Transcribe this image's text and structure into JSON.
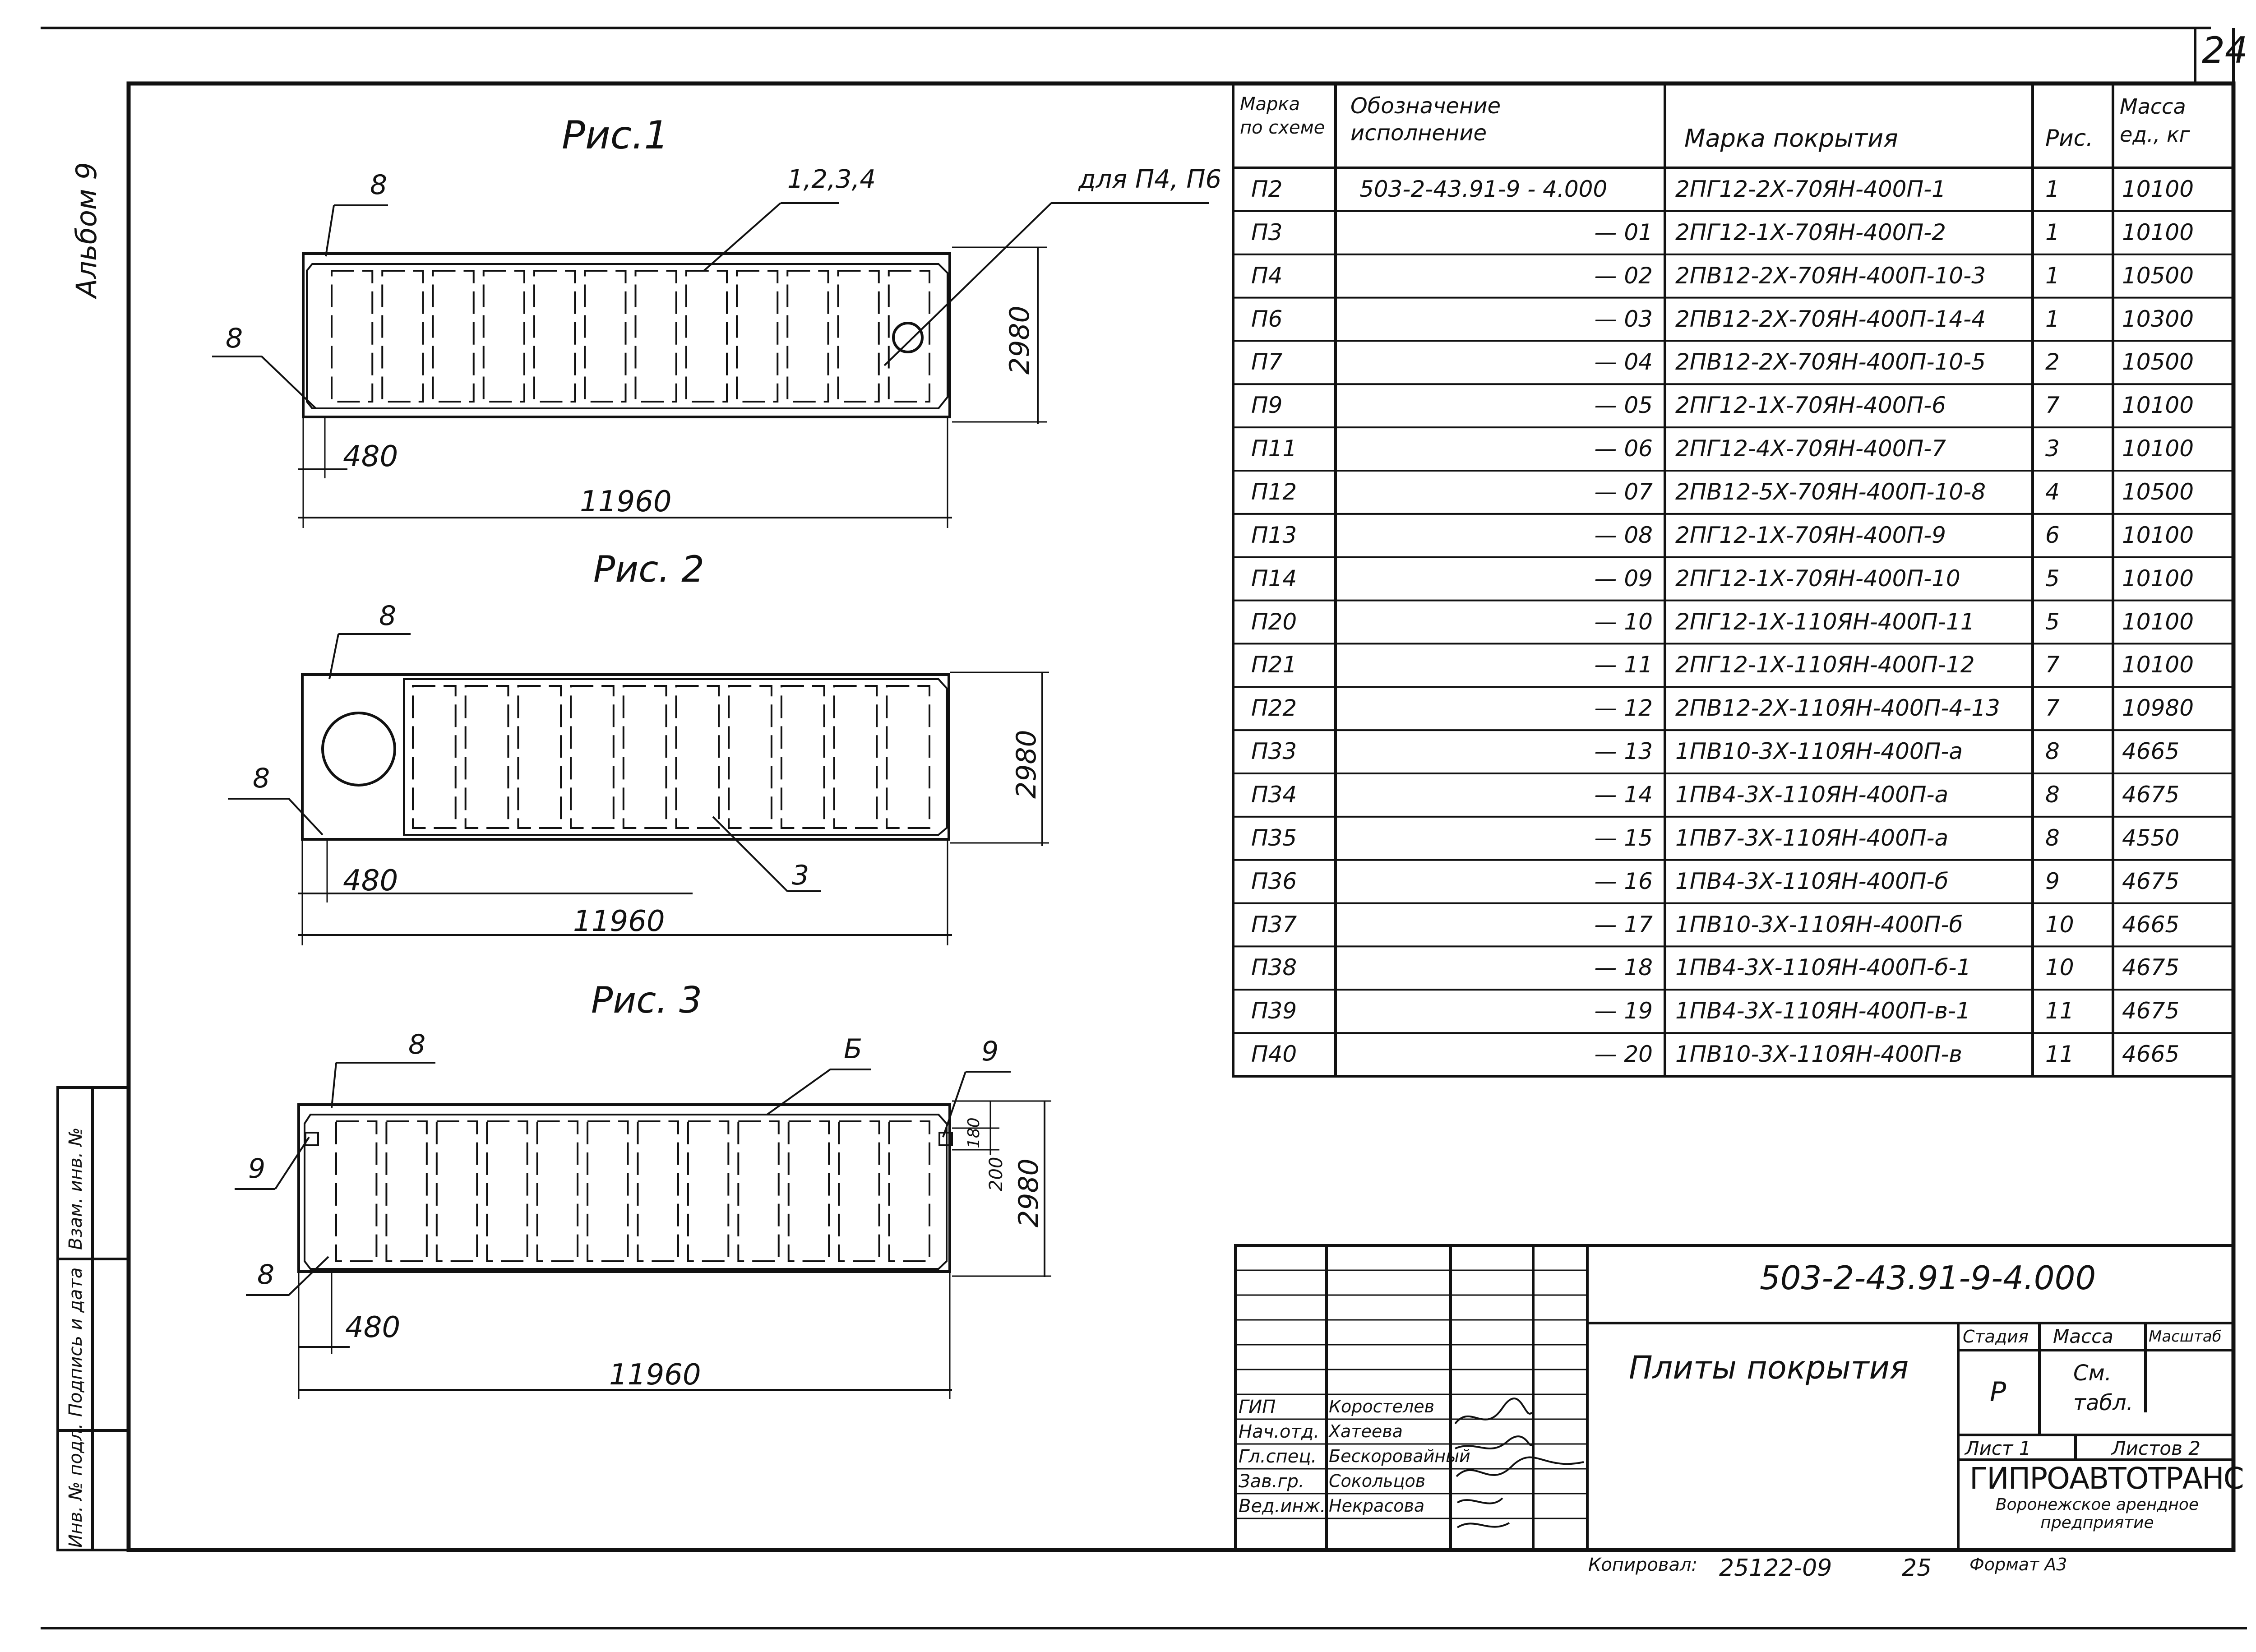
{
  "sheet": {
    "number": "24",
    "album_label": "Альбом 9"
  },
  "side_stamp": [
    "Инв. № подл.",
    "Подпись и дата",
    "Взам. инв. №"
  ],
  "figures": [
    {
      "title": "Рис.1",
      "dims": {
        "length": "11960",
        "width": "2980",
        "offset": "480"
      },
      "labels": {
        "ribs": "1,2,3,4",
        "corner_top": "8",
        "corner_bottom": "8",
        "note": "для П4, П6"
      }
    },
    {
      "title": "Рис. 2",
      "dims": {
        "length": "11960",
        "width": "2980",
        "offset": "480"
      },
      "labels": {
        "corner_top": "8",
        "corner_bottom": "8",
        "rib": "3"
      }
    },
    {
      "title": "Рис. 3",
      "dims": {
        "length": "11960",
        "width": "2980",
        "offset": "480",
        "d180": "180",
        "d200": "200"
      },
      "labels": {
        "corner_top": "8",
        "corner_bottom": "8",
        "rib": "Б",
        "side_left": "9",
        "side_right": "9"
      }
    }
  ],
  "spec_table": {
    "headers": {
      "mark": "Марка\nпо схеме",
      "designation": "Обозначение\nисполнение",
      "cover_mark": "Марка покрытия",
      "fig": "Рис.",
      "mass": "Масса\nед., кг"
    },
    "rows": [
      {
        "mark": "П2",
        "designation": "503-2-43.91-9 - 4.000",
        "cover": "2ПГ12-2Х-70ЯН-400П-1",
        "fig": "1",
        "mass": "10100"
      },
      {
        "mark": "П3",
        "designation": "— 01",
        "cover": "2ПГ12-1Х-70ЯН-400П-2",
        "fig": "1",
        "mass": "10100"
      },
      {
        "mark": "П4",
        "designation": "— 02",
        "cover": "2ПВ12-2Х-70ЯН-400П-10-3",
        "fig": "1",
        "mass": "10500"
      },
      {
        "mark": "П6",
        "designation": "— 03",
        "cover": "2ПВ12-2Х-70ЯН-400П-14-4",
        "fig": "1",
        "mass": "10300"
      },
      {
        "mark": "П7",
        "designation": "— 04",
        "cover": "2ПВ12-2Х-70ЯН-400П-10-5",
        "fig": "2",
        "mass": "10500"
      },
      {
        "mark": "П9",
        "designation": "— 05",
        "cover": "2ПГ12-1Х-70ЯН-400П-6",
        "fig": "7",
        "mass": "10100"
      },
      {
        "mark": "П11",
        "designation": "— 06",
        "cover": "2ПГ12-4Х-70ЯН-400П-7",
        "fig": "3",
        "mass": "10100"
      },
      {
        "mark": "П12",
        "designation": "— 07",
        "cover": "2ПВ12-5Х-70ЯН-400П-10-8",
        "fig": "4",
        "mass": "10500"
      },
      {
        "mark": "П13",
        "designation": "— 08",
        "cover": "2ПГ12-1Х-70ЯН-400П-9",
        "fig": "6",
        "mass": "10100"
      },
      {
        "mark": "П14",
        "designation": "— 09",
        "cover": "2ПГ12-1Х-70ЯН-400П-10",
        "fig": "5",
        "mass": "10100"
      },
      {
        "mark": "П20",
        "designation": "— 10",
        "cover": "2ПГ12-1Х-110ЯН-400П-11",
        "fig": "5",
        "mass": "10100"
      },
      {
        "mark": "П21",
        "designation": "— 11",
        "cover": "2ПГ12-1Х-110ЯН-400П-12",
        "fig": "7",
        "mass": "10100"
      },
      {
        "mark": "П22",
        "designation": "— 12",
        "cover": "2ПВ12-2Х-110ЯН-400П-4-13",
        "fig": "7",
        "mass": "10980"
      },
      {
        "mark": "П33",
        "designation": "— 13",
        "cover": "1ПВ10-3Х-110ЯН-400П-а",
        "fig": "8",
        "mass": "4665"
      },
      {
        "mark": "П34",
        "designation": "— 14",
        "cover": "1ПВ4-3Х-110ЯН-400П-а",
        "fig": "8",
        "mass": "4675"
      },
      {
        "mark": "П35",
        "designation": "— 15",
        "cover": "1ПВ7-3Х-110ЯН-400П-а",
        "fig": "8",
        "mass": "4550"
      },
      {
        "mark": "П36",
        "designation": "— 16",
        "cover": "1ПВ4-3Х-110ЯН-400П-б",
        "fig": "9",
        "mass": "4675"
      },
      {
        "mark": "П37",
        "designation": "— 17",
        "cover": "1ПВ10-3Х-110ЯН-400П-б",
        "fig": "10",
        "mass": "4665"
      },
      {
        "mark": "П38",
        "designation": "— 18",
        "cover": "1ПВ4-3Х-110ЯН-400П-б-1",
        "fig": "10",
        "mass": "4675"
      },
      {
        "mark": "П39",
        "designation": "— 19",
        "cover": "1ПВ4-3Х-110ЯН-400П-в-1",
        "fig": "11",
        "mass": "4675"
      },
      {
        "mark": "П40",
        "designation": "— 20",
        "cover": "1ПВ10-3Х-110ЯН-400П-в",
        "fig": "11",
        "mass": "4665"
      }
    ]
  },
  "title_block": {
    "code": "503-2-43.91-9-4.000",
    "title": "Плиты покрытия",
    "stage_label": "Стадия",
    "mass_label": "Масса",
    "scale_label": "Масштаб",
    "stage": "Р",
    "mass_value": "См.\nтабл.",
    "sheet": "Лист 1",
    "sheets": "Листов 2",
    "org_main": "ГИПРОАВТОТРАНС",
    "org_sub": "Воронежское арендное\nпредприятие",
    "signers": [
      {
        "role": "ГИП",
        "name": "Коростелев"
      },
      {
        "role": "Нач.отд.",
        "name": "Хатеева"
      },
      {
        "role": "Гл.спец.",
        "name": "Бескоровайный"
      },
      {
        "role": "Зав.гр.",
        "name": "Сокольцов"
      },
      {
        "role": "Вед.инж.",
        "name": "Некрасова"
      }
    ],
    "copied_label": "Копировал:",
    "copied_number": "25122-09",
    "copied_page": "25",
    "format": "Формат А3"
  }
}
